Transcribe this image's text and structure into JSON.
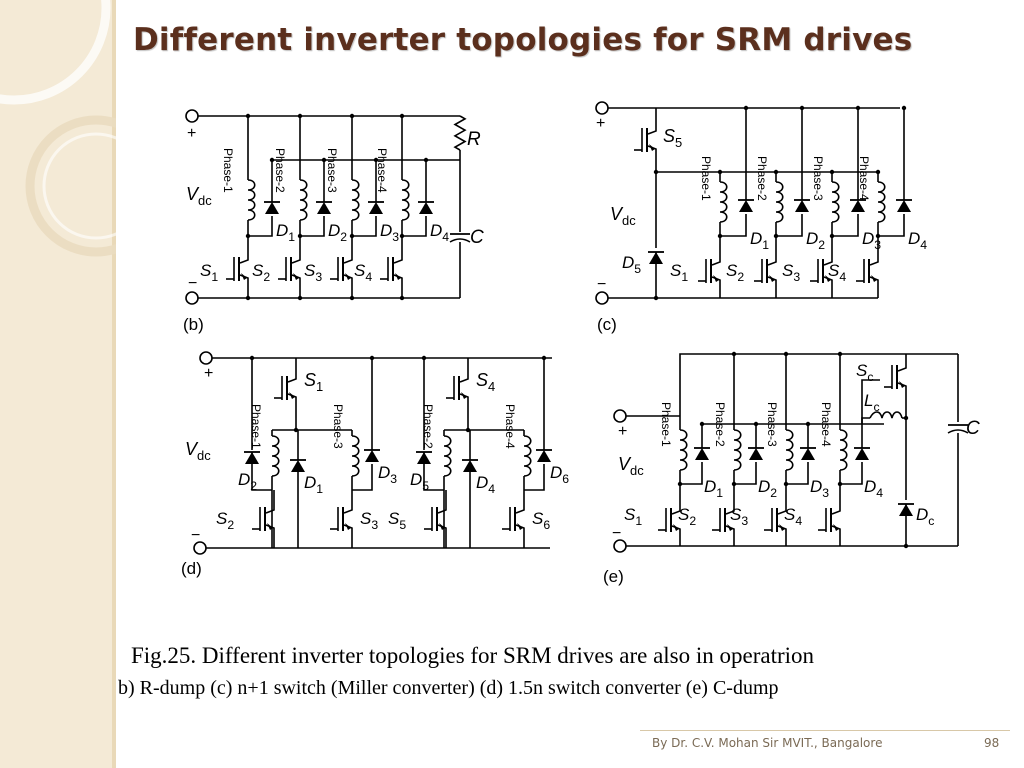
{
  "slide": {
    "title": "Different inverter topologies for SRM drives",
    "caption_line1": "Fig.25. Different inverter topologies for SRM drives are also in operatrion",
    "caption_line2": "b) R-dump (c) n+1 switch (Miller converter)  (d) 1.5n switch converter  (e) C-dump",
    "footer_author": "By Dr. C.V. Mohan Sir MVIT., Bangalore",
    "page_number": "98"
  },
  "diagrams": {
    "b": {
      "label": "(b)",
      "plus": "+",
      "minus": "−",
      "vdc": "V",
      "vdc_sub": "dc",
      "r": "R",
      "c": "C",
      "phases": [
        "Phase-1",
        "Phase-2",
        "Phase-3",
        "Phase-4"
      ],
      "switches": [
        {
          "l": "S",
          "s": "1"
        },
        {
          "l": "S",
          "s": "2"
        },
        {
          "l": "S",
          "s": "3"
        },
        {
          "l": "S",
          "s": "4"
        }
      ],
      "diodes": [
        {
          "l": "D",
          "s": "1"
        },
        {
          "l": "D",
          "s": "2"
        },
        {
          "l": "D",
          "s": "3"
        },
        {
          "l": "D",
          "s": "4"
        }
      ]
    },
    "c": {
      "label": "(c)",
      "plus": "+",
      "minus": "−",
      "vdc": "V",
      "vdc_sub": "dc",
      "s5": {
        "l": "S",
        "s": "5"
      },
      "d5": {
        "l": "D",
        "s": "5"
      },
      "phases": [
        "Phase-1",
        "Phase-2",
        "Phase-3",
        "Phase-4"
      ],
      "switches": [
        {
          "l": "S",
          "s": "1"
        },
        {
          "l": "S",
          "s": "2"
        },
        {
          "l": "S",
          "s": "3"
        },
        {
          "l": "S",
          "s": "4"
        }
      ],
      "diodes": [
        {
          "l": "D",
          "s": "1"
        },
        {
          "l": "D",
          "s": "2"
        },
        {
          "l": "D",
          "s": "3"
        },
        {
          "l": "D",
          "s": "4"
        }
      ]
    },
    "d": {
      "label": "(d)",
      "plus": "+",
      "minus": "−",
      "vdc": "V",
      "vdc_sub": "dc",
      "phases": [
        "Phase-1",
        "Phase-3",
        "Phase-2",
        "Phase-4"
      ],
      "top_switches": [
        {
          "l": "S",
          "s": "1"
        },
        {
          "l": "S",
          "s": "4"
        }
      ],
      "bottom_switches": [
        {
          "l": "S",
          "s": "2"
        },
        {
          "l": "S",
          "s": "3"
        },
        {
          "l": "S",
          "s": "5"
        },
        {
          "l": "S",
          "s": "6"
        }
      ],
      "diodes": [
        {
          "l": "D",
          "s": "2"
        },
        {
          "l": "D",
          "s": "1"
        },
        {
          "l": "D",
          "s": "3"
        },
        {
          "l": "D",
          "s": "5"
        },
        {
          "l": "D",
          "s": "4"
        },
        {
          "l": "D",
          "s": "6"
        }
      ]
    },
    "e": {
      "label": "(e)",
      "plus": "+",
      "minus": "−",
      "vdc": "V",
      "vdc_sub": "dc",
      "sc": {
        "l": "S",
        "s": "c"
      },
      "lc": {
        "l": "L",
        "s": "c"
      },
      "dc": {
        "l": "D",
        "s": "c"
      },
      "c": "C",
      "phases": [
        "Phase-1",
        "Phase-2",
        "Phase-3",
        "Phase-4"
      ],
      "switches": [
        {
          "l": "S",
          "s": "1"
        },
        {
          "l": "S",
          "s": "2"
        },
        {
          "l": "S",
          "s": "3"
        },
        {
          "l": "S",
          "s": "4"
        }
      ],
      "diodes": [
        {
          "l": "D",
          "s": "1"
        },
        {
          "l": "D",
          "s": "2"
        },
        {
          "l": "D",
          "s": "3"
        },
        {
          "l": "D",
          "s": "4"
        }
      ]
    }
  }
}
